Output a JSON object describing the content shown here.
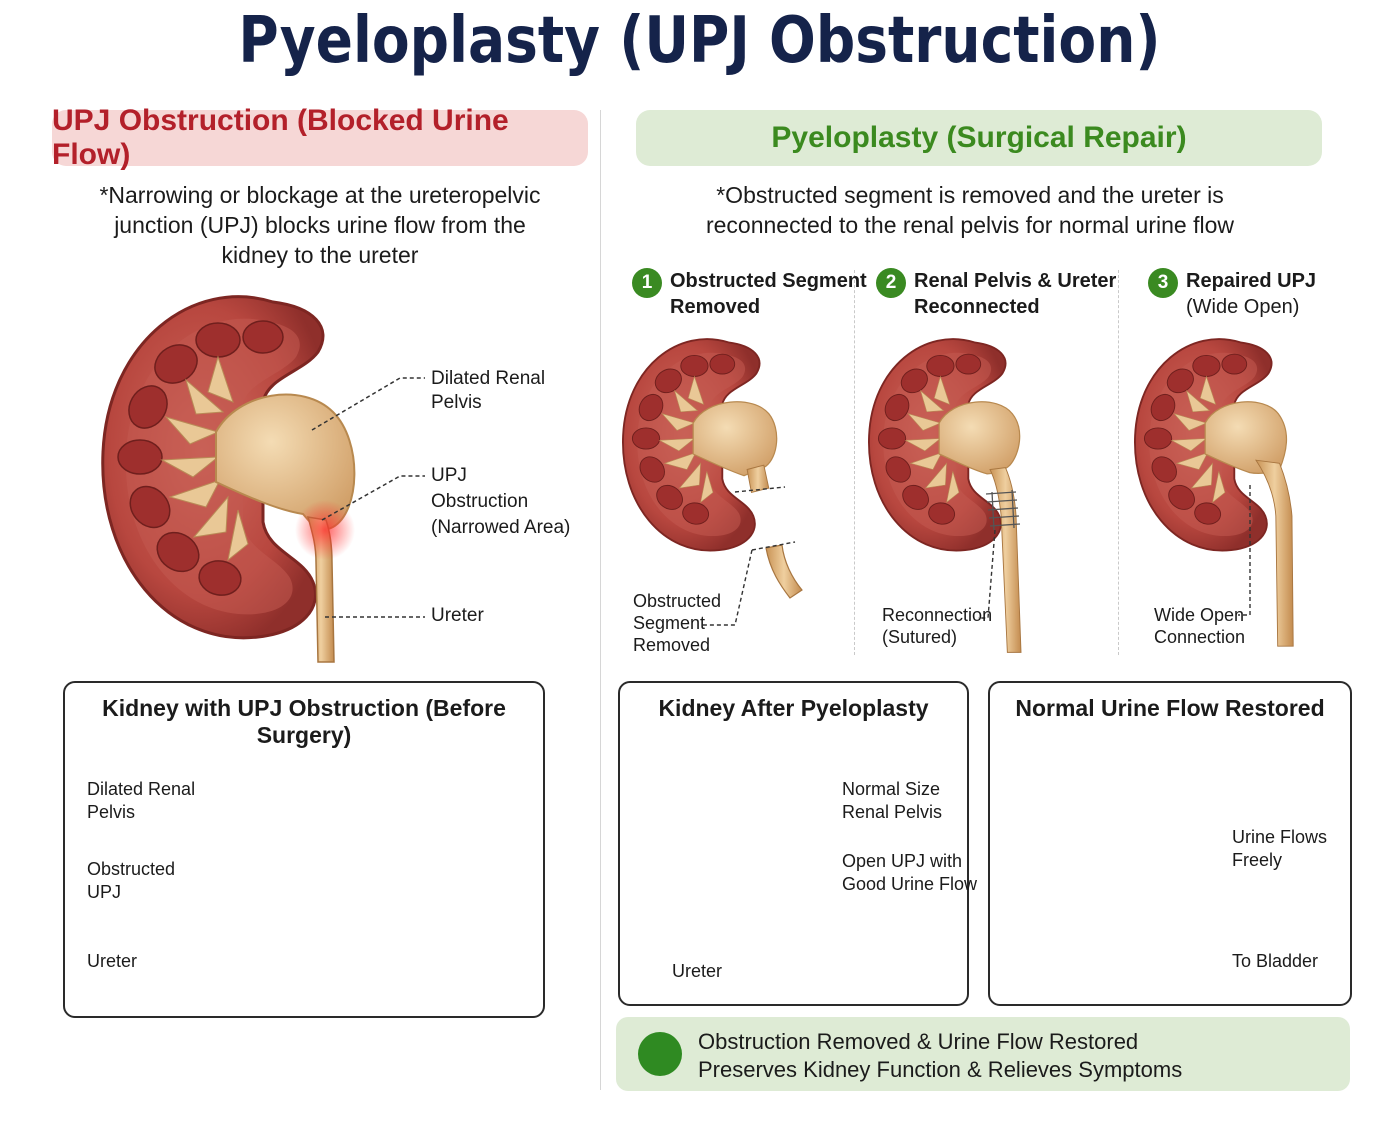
{
  "title": "Pyeloplasty (UPJ Obstruction)",
  "left": {
    "banner": "UPJ Obstruction (Blocked Urine Flow)",
    "description": [
      "*Narrowing or blockage at the ureteropelvic",
      "junction (UPJ) blocks urine flow from the",
      "kidney to the ureter"
    ],
    "labels": {
      "dilated_pelvis": [
        "Dilated Renal",
        "Pelvis"
      ],
      "upj_obstruction": [
        "UPJ",
        "Obstruction",
        "(Narrowed Area)"
      ],
      "ureter": "Ureter"
    },
    "before_box": {
      "title": "Kidney with UPJ Obstruction (Before Surgery)",
      "dilated_pelvis": [
        "Dilated Renal",
        "Pelvis"
      ],
      "obstructed_upj": [
        "Obstructed",
        "UPJ"
      ],
      "ureter": "Ureter"
    }
  },
  "right": {
    "banner": "Pyeloplasty (Surgical Repair)",
    "description": [
      "*Obstructed segment is removed and the ureter is",
      "reconnected to the renal pelvis for normal urine flow"
    ],
    "steps": [
      {
        "number": "1",
        "title": [
          "Obstructed Segment",
          "Removed"
        ],
        "label": [
          "Obstructed",
          "Segment",
          "Removed"
        ]
      },
      {
        "number": "2",
        "title": [
          "Renal Pelvis & Ureter",
          "Reconnected"
        ],
        "label": [
          "Reconnection",
          "(Sutured)"
        ]
      },
      {
        "number": "3",
        "title": [
          "Repaired UPJ",
          "(Wide Open)"
        ],
        "label": [
          "Wide Open",
          "Connection"
        ]
      }
    ],
    "after_box": {
      "title": "Kidney After Pyeloplasty",
      "normal_pelvis": [
        "Normal Size",
        "Renal Pelvis"
      ],
      "open_upj": [
        "Open UPJ with",
        "Good Urine Flow"
      ],
      "ureter": "Ureter"
    },
    "flow_box": {
      "title": "Normal Urine Flow Restored",
      "flows_freely": [
        "Urine Flows",
        "Freely"
      ],
      "to_bladder": "To Bladder"
    },
    "result": [
      "Obstruction Removed & Urine Flow Restored",
      "Preserves Kidney Function & Relieves Symptoms"
    ]
  },
  "colors": {
    "title": "#15234a",
    "left_banner_bg": "#f6d7d6",
    "left_banner_text": "#b3202a",
    "right_banner_bg": "#deebd5",
    "right_banner_text": "#3b8a1f",
    "kidney_cortex": "#b0443d",
    "kidney_pyramid": "#9a2e2c",
    "pelvis": "#e2b985",
    "flow_arrow": "#2a78c8",
    "check": "#2f8a22"
  }
}
